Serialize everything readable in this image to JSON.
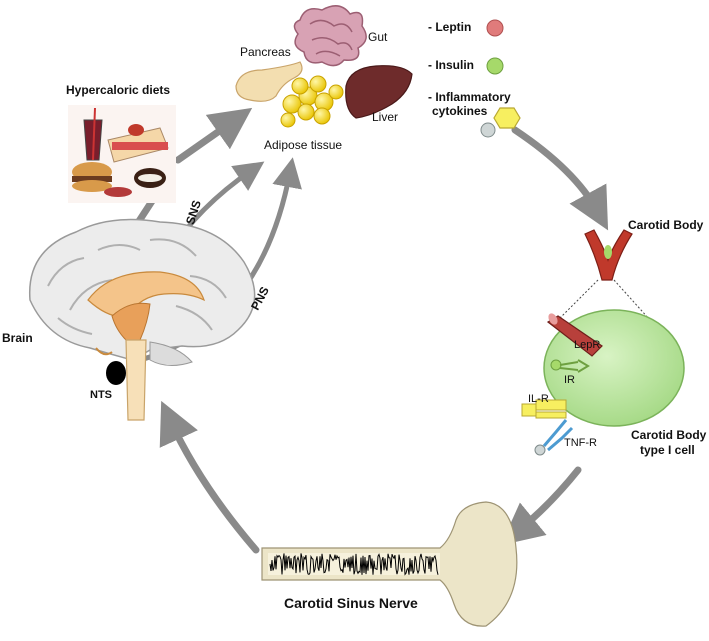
{
  "labels": {
    "hypercaloric": "Hypercaloric diets",
    "pancreas": "Pancreas",
    "gut": "Gut",
    "liver": "Liver",
    "adipose": "Adipose tissue",
    "leptin": "- Leptin",
    "insulin": "- Insulin",
    "inflammatory_line1": "- Inflammatory",
    "inflammatory_line2": "cytokines",
    "sns": "SNS",
    "pns": "PNS",
    "brain": "Brain",
    "nts": "NTS",
    "carotid_body": "Carotid Body",
    "lepr": "LepR",
    "ir": "IR",
    "ilr": "IL-R",
    "tnfr": "TNF-R",
    "type1_line1": "Carotid Body",
    "type1_line2": "type I cell",
    "csn": "Carotid Sinus Nerve"
  },
  "colors": {
    "arrow": "#8a8a8a",
    "leptin": "#e07b7b",
    "insulin": "#a6d96a",
    "adipose": "#f2d21b",
    "cell": "#b8e39a",
    "vessel": "#c0392b",
    "nerve": "#ece5c8"
  },
  "icons": {
    "food": "food-icon",
    "leptin": "leptin-molecule-icon",
    "insulin": "insulin-molecule-icon",
    "cytokine": "cytokine-molecule-icon"
  }
}
